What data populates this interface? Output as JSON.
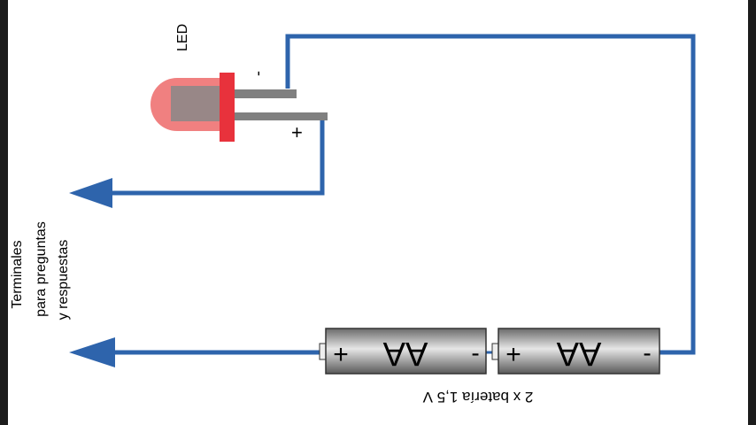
{
  "led": {
    "label": "LED",
    "minus": "-",
    "plus": "+"
  },
  "terminals": {
    "line1": "Terminales",
    "line2": "para preguntas",
    "line3": "y respuestas"
  },
  "batteries": [
    {
      "type": "AA",
      "plus": "+",
      "minus": "-"
    },
    {
      "type": "AA",
      "plus": "+",
      "minus": "-"
    }
  ],
  "battery_caption": "2 x batería 1,5 V",
  "colors": {
    "wire": "#2e64ac",
    "led_body": "#f08080",
    "led_flange": "#e8323c",
    "lead": "#808080",
    "battery": "#8a8a8a"
  }
}
